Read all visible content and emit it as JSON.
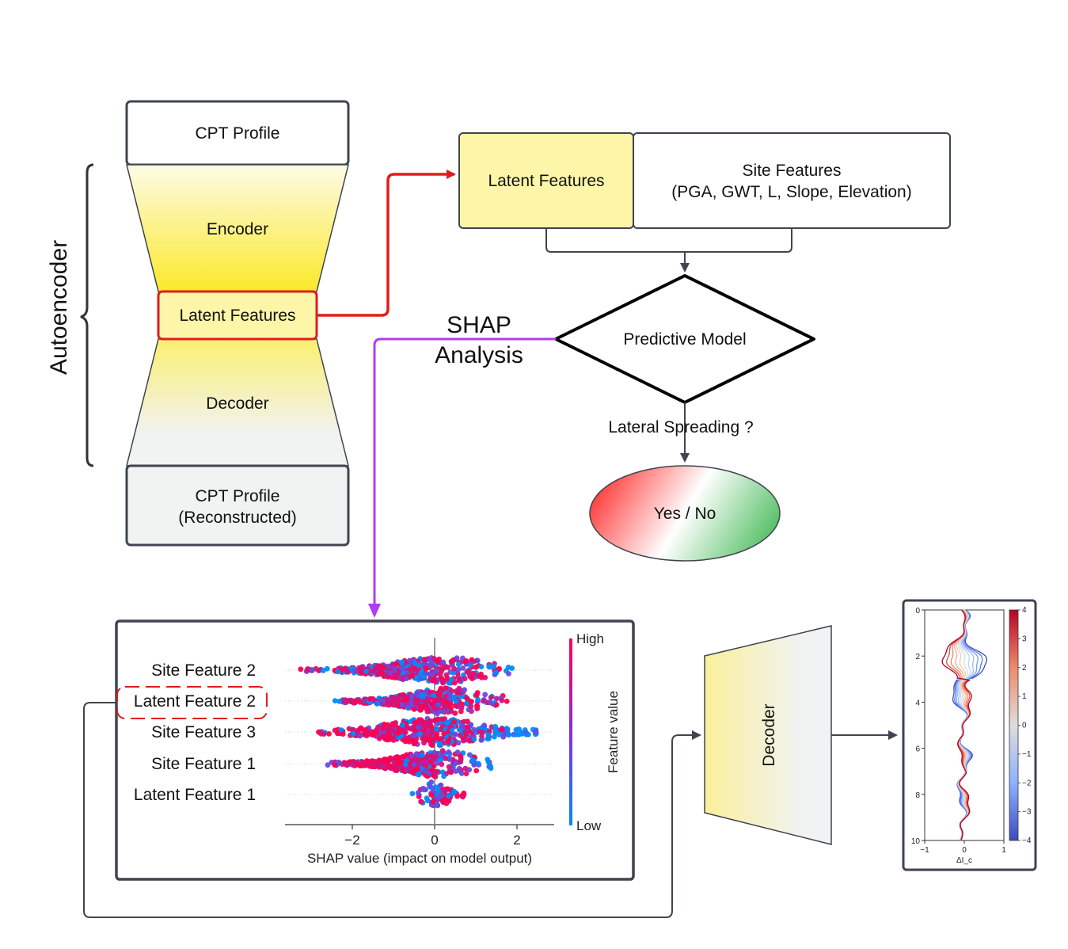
{
  "labels": {
    "autoencoder": "Autoencoder",
    "cpt_profile": "CPT Profile",
    "encoder": "Encoder",
    "latent_features": "Latent Features",
    "decoder": "Decoder",
    "cpt_recon_line1": "CPT Profile",
    "cpt_recon_line2": "(Reconstructed)",
    "latent_features_box": "Latent Features",
    "site_features_line1": "Site Features",
    "site_features_line2": "(PGA, GWT, L, Slope, Elevation)",
    "shap_line1": "SHAP",
    "shap_line2": "Analysis",
    "predictive_model": "Predictive Model",
    "lateral_spreading": "Lateral Spreading ?",
    "yes_no": "Yes / No",
    "decoder_right": "Decoder"
  },
  "colors": {
    "red_arrow": "#e01c1c",
    "purple_arrow": "#b23cf0",
    "yellow": "#fdf6a8",
    "high": "#ff0052",
    "low": "#008bfb"
  },
  "chart_data": [
    {
      "type": "scatter",
      "subtype": "shap-beeswarm",
      "xlabel": "SHAP value (impact on model output)",
      "xticks": [
        "−2",
        "0",
        "2"
      ],
      "xtick_values": [
        -2,
        0,
        2
      ],
      "xlim": [
        -3.6,
        2.9
      ],
      "colorbar": {
        "label": "Feature value",
        "high": "High",
        "low": "Low"
      },
      "features": [
        {
          "name": "Site Feature 2",
          "min": -3.3,
          "max": 1.9,
          "center": 0.2
        },
        {
          "name": "Latent Feature 2",
          "min": -2.5,
          "max": 1.8,
          "center": 0.4
        },
        {
          "name": "Site Feature 3",
          "min": -2.9,
          "max": 2.5,
          "center": 0.0
        },
        {
          "name": "Site Feature 1",
          "min": -2.7,
          "max": 1.4,
          "center": 0.1
        },
        {
          "name": "Latent Feature 1",
          "min": -0.6,
          "max": 0.9,
          "center": 0.0
        }
      ]
    },
    {
      "type": "line",
      "subtype": "cpt-profile-fan",
      "xlabel": "ΔI_c",
      "xticks": [
        "−1",
        "0",
        "1"
      ],
      "yticks": [
        "0",
        "2",
        "4",
        "6",
        "8",
        "10"
      ],
      "xlim": [
        -1,
        1
      ],
      "ylim": [
        10,
        0
      ],
      "colorbar_ticks": [
        "4",
        "3",
        "2",
        "1",
        "0",
        "−1",
        "−2",
        "−3",
        "−4"
      ]
    }
  ]
}
